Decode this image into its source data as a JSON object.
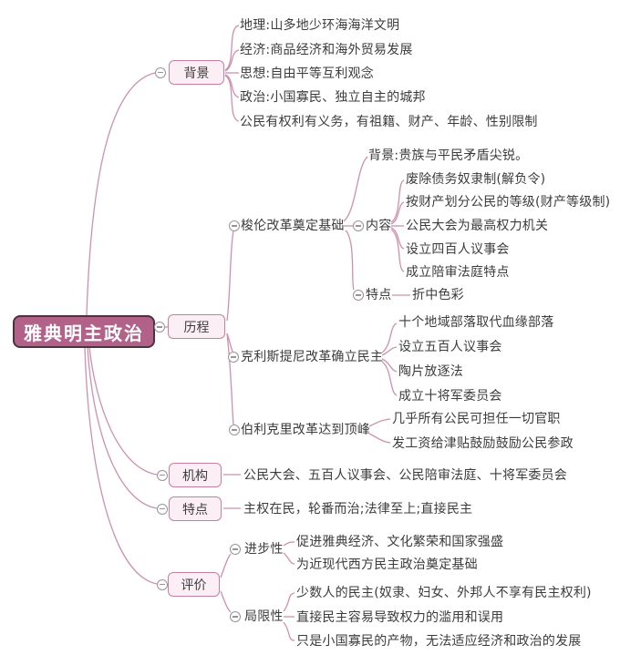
{
  "colors": {
    "root_fill": "#b26289",
    "root_border": "#4b323f",
    "branch_fill": "#fbeef4",
    "branch_border": "#c77fa3",
    "line": "#cf8fae",
    "text": "#3c3c3c"
  },
  "root": {
    "label": "雅典明主政治"
  },
  "branches": [
    {
      "label": "背景",
      "children": [
        {
          "label": "地理:山多地少环海海洋文明"
        },
        {
          "label": "经济:商品经济和海外贸易发展"
        },
        {
          "label": "思想:自由平等互利观念"
        },
        {
          "label": "政治:小国寡民、独立自主的城邦"
        },
        {
          "label": "公民有权利有义务，有祖籍、财产、年龄、性别限制"
        }
      ]
    },
    {
      "label": "历程",
      "children": [
        {
          "label": "梭伦改革奠定基础",
          "children": [
            {
              "label": "背景:贵族与平民矛盾尖锐。"
            },
            {
              "label": "内容",
              "children": [
                {
                  "label": "废除债务奴隶制(解负令)"
                },
                {
                  "label": "按财产划分公民的等级(财产等级制)"
                },
                {
                  "label": "公民大会为最高权力机关"
                },
                {
                  "label": "设立四百人议事会"
                },
                {
                  "label": "成立陪审法庭特点"
                }
              ]
            },
            {
              "label": "特点",
              "children": [
                {
                  "label": "折中色彩"
                }
              ]
            }
          ]
        },
        {
          "label": "克利斯提尼改革确立民主",
          "children": [
            {
              "label": "十个地域部落取代血缘部落"
            },
            {
              "label": "设立五百人议事会"
            },
            {
              "label": "陶片放逐法"
            },
            {
              "label": "成立十将军委员会"
            }
          ]
        },
        {
          "label": "伯利克里改革达到顶峰",
          "children": [
            {
              "label": "几乎所有公民可担任一切官职"
            },
            {
              "label": "发工资给津贴鼓励鼓励公民参政"
            }
          ]
        }
      ]
    },
    {
      "label": "机构",
      "children": [
        {
          "label": "公民大会、五百人议事会、公民陪审法庭、十将军委员会"
        }
      ]
    },
    {
      "label": "特点",
      "children": [
        {
          "label": "主权在民，轮番而治;法律至上;直接民主"
        }
      ]
    },
    {
      "label": "评价",
      "children": [
        {
          "label": "进步性",
          "children": [
            {
              "label": "促进雅典经济、文化繁荣和国家强盛"
            },
            {
              "label": "为近现代西方民主政治奠定基础"
            }
          ]
        },
        {
          "label": "局限性",
          "children": [
            {
              "label": "少数人的民主(奴隶、妇女、外邦人不享有民主权利)"
            },
            {
              "label": "直接民主容易导致权力的滥用和误用"
            },
            {
              "label": "只是小国寡民的产物，无法适应经济和政治的发展"
            }
          ]
        }
      ]
    }
  ]
}
